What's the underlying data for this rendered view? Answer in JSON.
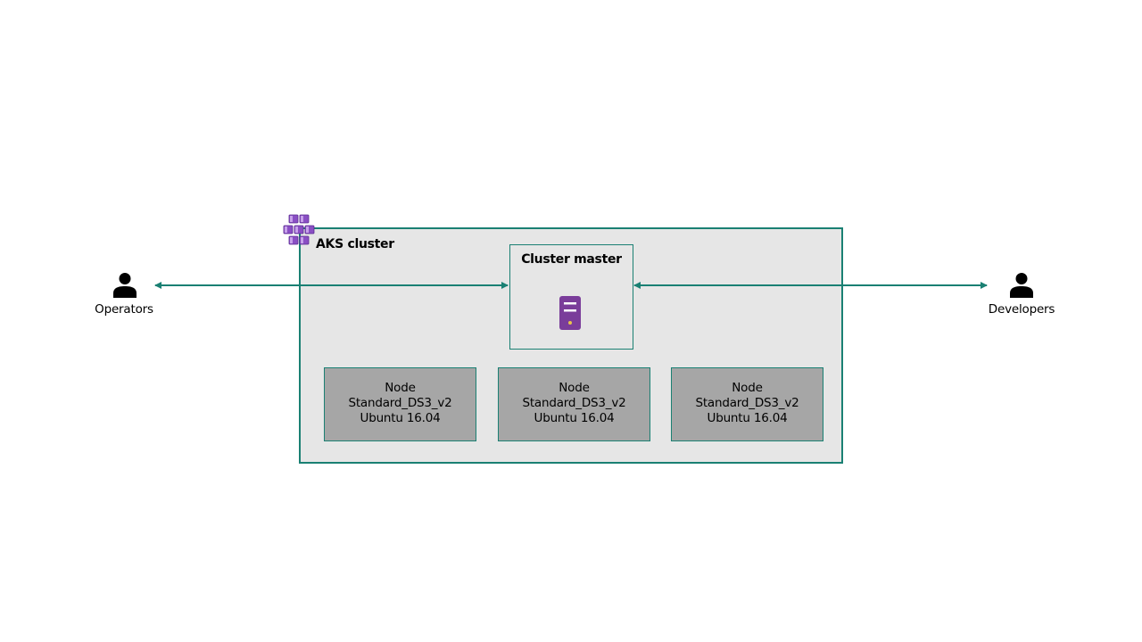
{
  "cluster": {
    "title": "AKS cluster",
    "icon": "aks-cluster-icon"
  },
  "master": {
    "title": "Cluster master",
    "icon": "server-icon"
  },
  "nodes": [
    {
      "title": "Node",
      "size": "Standard_DS3_v2",
      "os": "Ubuntu 16.04"
    },
    {
      "title": "Node",
      "size": "Standard_DS3_v2",
      "os": "Ubuntu 16.04"
    },
    {
      "title": "Node",
      "size": "Standard_DS3_v2",
      "os": "Ubuntu 16.04"
    }
  ],
  "actors": {
    "operators": {
      "label": "Operators",
      "icon": "person-icon"
    },
    "developers": {
      "label": "Developers",
      "icon": "person-icon"
    }
  },
  "colors": {
    "accent": "#1a8073",
    "cluster_fill": "#e6e6e6",
    "node_fill": "#a6a6a6",
    "icon_purple": "#7a3d9a"
  }
}
